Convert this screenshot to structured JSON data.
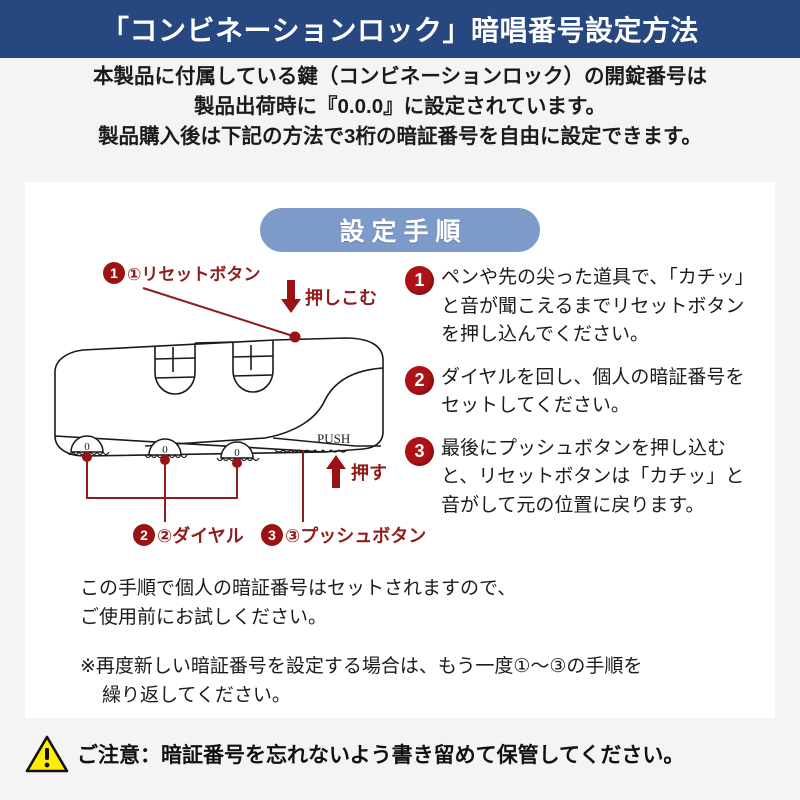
{
  "header": {
    "title": "「コンビネーションロック」暗唱番号設定方法"
  },
  "intro": {
    "line1": "本製品に付属している鍵（コンビネーションロック）の開錠番号は",
    "line2": "製品出荷時に『0.0.0』に設定されています。",
    "line3": "製品購入後は下記の方法で3桁の暗証番号を自由に設定できます。",
    "default_code": "0.0.0",
    "digits": "3桁"
  },
  "section": {
    "pill_label": "設定手順"
  },
  "diagram": {
    "callout_reset": "①リセットボタン",
    "callout_push_in": "押しこむ",
    "callout_dial": "②ダイヤル",
    "callout_push_button": "③プッシュボタン",
    "callout_press": "押す",
    "lock_push_label": "PUSH",
    "dial_values": [
      "0",
      "0",
      "0"
    ]
  },
  "steps": [
    {
      "number": "1",
      "text": "ペンや先の尖った道具で、「カチッ」と音が聞こえるまでリセットボタンを押し込んでください。"
    },
    {
      "number": "2",
      "text": "ダイヤルを回し、個人の暗証番号をセットしてください。"
    },
    {
      "number": "3",
      "text": "最後にプッシュボタンを押し込むと、リセットボタンは「カチッ」と音がして元の位置に戻ります。"
    }
  ],
  "closing": {
    "line1": "この手順で個人の暗証番号はセットされますので、",
    "line2": "ご使用前にお試しください。",
    "note_line1": "※再度新しい暗証番号を設定する場合は、もう一度①〜③の手順を",
    "note_line2": "繰り返してください。"
  },
  "warning": {
    "icon": "warning-triangle-icon",
    "text": "ご注意：暗証番号を忘れないよう書き留めて保管してください。"
  },
  "colors": {
    "header_bg": "#26477f",
    "pill_bg": "#7d9ac9",
    "badge_red": "#ae1216",
    "callout_red": "#8f1d1d",
    "warning_yellow": "#ffec00",
    "card_bg": "#ffffff",
    "page_bg": "#f4f4f4"
  }
}
